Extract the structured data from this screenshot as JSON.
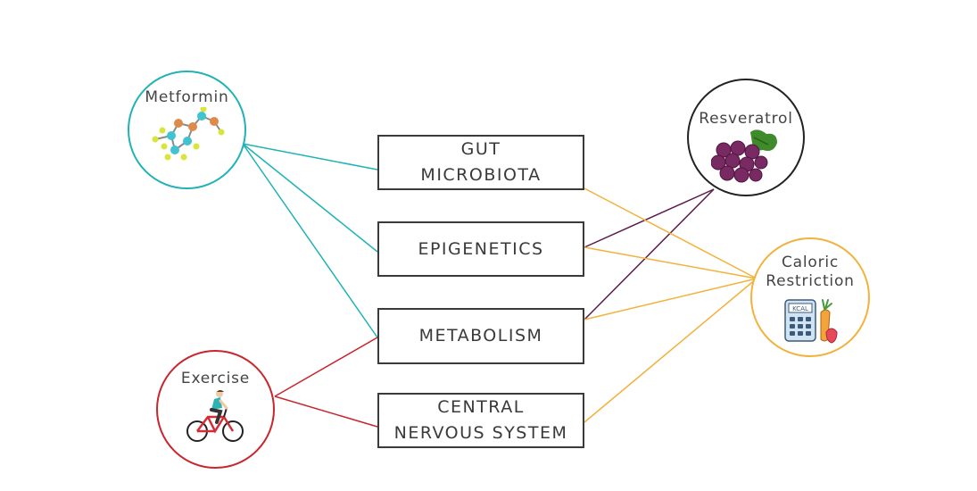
{
  "colors": {
    "metformin": "#21b2b6",
    "resveratrol": "#5a1a4a",
    "caloric": "#f2b23c",
    "exercise": "#c9252d",
    "box_border": "#3a3a3a",
    "text": "#444444"
  },
  "targets": [
    {
      "id": "gut",
      "lines": [
        "GUT",
        "MICROBIOTA"
      ]
    },
    {
      "id": "epi",
      "lines": [
        "EPIGENETICS"
      ]
    },
    {
      "id": "met",
      "lines": [
        "METABOLISM"
      ]
    },
    {
      "id": "cns",
      "lines": [
        "CENTRAL",
        "NERVOUS SYSTEM"
      ]
    }
  ],
  "interventions": {
    "metformin": {
      "label": "Metformin",
      "icon": "molecule-icon"
    },
    "exercise": {
      "label": "Exercise",
      "icon": "cyclist-icon"
    },
    "resveratrol": {
      "label": "Resveratrol",
      "icon": "grapes-icon"
    },
    "caloric": {
      "label_lines": [
        "Caloric",
        "Restriction"
      ],
      "icon": "calculator-carrot-icon",
      "icon_text": "KCAL"
    }
  },
  "links": [
    {
      "from": "metformin",
      "to": "gut"
    },
    {
      "from": "metformin",
      "to": "epi"
    },
    {
      "from": "metformin",
      "to": "met"
    },
    {
      "from": "exercise",
      "to": "met"
    },
    {
      "from": "exercise",
      "to": "cns"
    },
    {
      "from": "resveratrol",
      "to": "epi"
    },
    {
      "from": "resveratrol",
      "to": "met"
    },
    {
      "from": "caloric",
      "to": "gut"
    },
    {
      "from": "caloric",
      "to": "epi"
    },
    {
      "from": "caloric",
      "to": "met"
    },
    {
      "from": "caloric",
      "to": "cns"
    }
  ]
}
